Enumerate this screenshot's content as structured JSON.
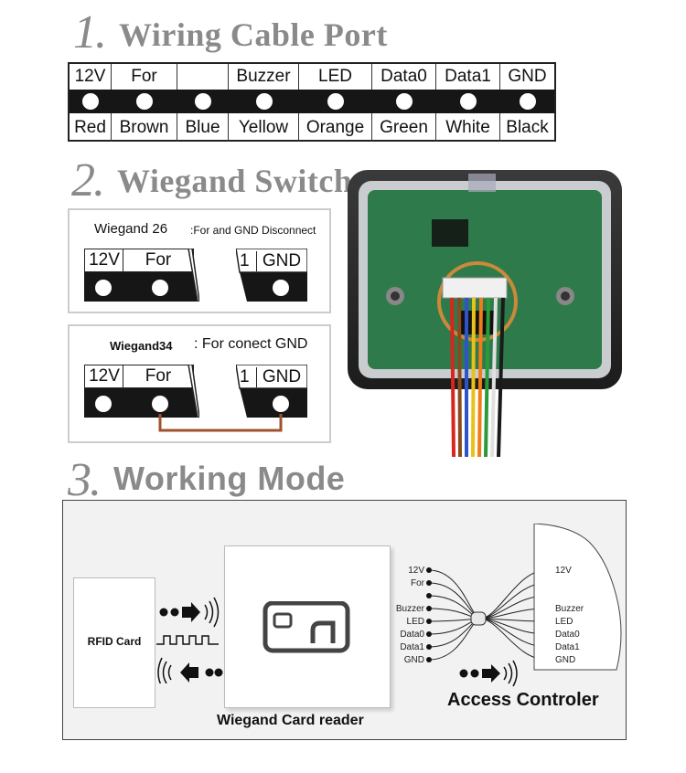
{
  "section1": {
    "number": "1.",
    "title": "Wiring Cable Port"
  },
  "wiring": {
    "signals": [
      "12V",
      "For",
      "",
      "Buzzer",
      "LED",
      "Data0",
      "Data1",
      "GND"
    ],
    "colors": [
      "Red",
      "Brown",
      "Blue",
      "Yellow",
      "Orange",
      "Green",
      "White",
      "Black"
    ]
  },
  "section2": {
    "number": "2.",
    "title": "Wiegand Switch"
  },
  "w26": {
    "name": "Wiegand 26",
    "note": ":For and GND Disconnect",
    "pin_12v": "12V",
    "pin_for": "For",
    "pin_1": "1",
    "pin_gnd": "GND"
  },
  "w34": {
    "name": "Wiegand34",
    "note": ": For conect GND",
    "pin_12v": "12V",
    "pin_for": "For",
    "pin_1": "1",
    "pin_gnd": "GND"
  },
  "section3": {
    "number": "3.",
    "title": "Working Mode"
  },
  "mode": {
    "card_label": "RFID Card",
    "reader_label": "Wiegand Card reader",
    "controller_label": "Access Controler",
    "reader_pins": [
      "12V",
      "For",
      "",
      "Buzzer",
      "LED",
      "Data0",
      "Data1",
      "GND"
    ],
    "controller_pins": [
      "12V",
      "",
      "",
      "Buzzer",
      "LED",
      "Data0",
      "Data1",
      "GND"
    ]
  },
  "colors": {
    "wire_red": "#d8261e",
    "wire_brown": "#8a4a1f",
    "wire_blue": "#2e54c8",
    "wire_yellow": "#e8c21a",
    "wire_orange": "#ef7d1a",
    "wire_green": "#2b9a3a",
    "wire_white": "#f2f2f2",
    "wire_black": "#1a1a1a",
    "pcb": "#2f7a4a",
    "link": "#a0522d"
  }
}
